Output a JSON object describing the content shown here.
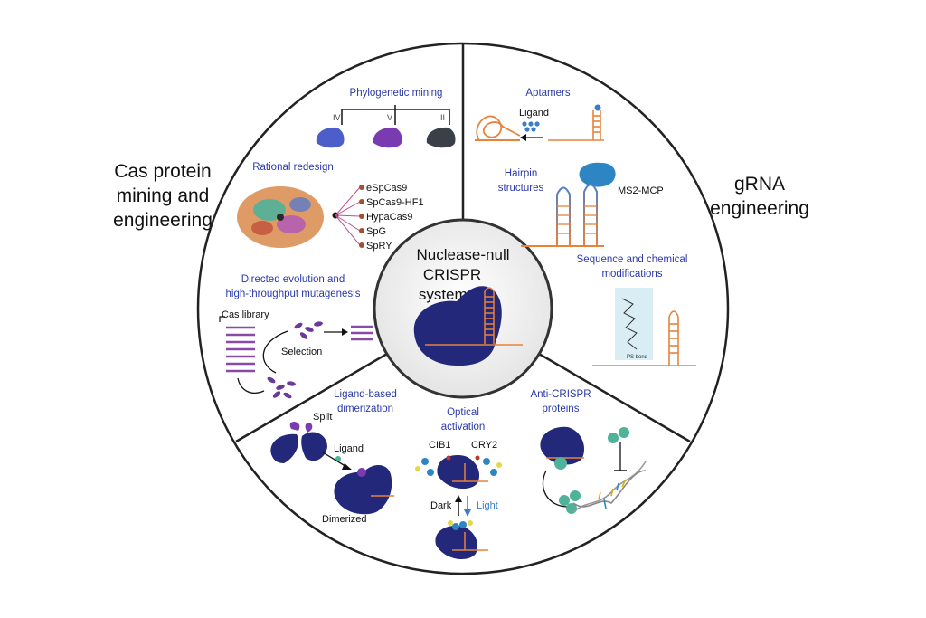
{
  "side_labels": {
    "left": [
      "Cas protein",
      "mining and",
      "engineering"
    ],
    "right": [
      "gRNA",
      "engineering"
    ]
  },
  "center": {
    "lines": [
      "Nuclease-null",
      "CRISPR",
      "systems"
    ]
  },
  "cas_protein": {
    "phylogenetic": {
      "title": "Phylogenetic mining",
      "clades": [
        "IV",
        "V",
        "II"
      ]
    },
    "rational": {
      "title": "Rational redesign",
      "variants": [
        "eSpCas9",
        "SpCas9-HF1",
        "HypaCas9",
        "SpG",
        "SpRY"
      ]
    },
    "directed": {
      "title_lines": [
        "Directed evolution and",
        "high-throughput mutagenesis"
      ],
      "library_label": "Cas library",
      "selection_label": "Selection"
    }
  },
  "grna": {
    "aptamers": {
      "title": "Aptamers",
      "ligand": "Ligand"
    },
    "hairpin": {
      "title_lines": [
        "Hairpin",
        "structures"
      ],
      "mcp_label": "MS2-MCP"
    },
    "modifications": {
      "title_lines": [
        "Sequence and chemical",
        "modifications"
      ],
      "bond_label": "PS bond"
    }
  },
  "bottom": {
    "ligand_dimerization": {
      "title_lines": [
        "Ligand-based",
        "dimerization"
      ],
      "split": "Split",
      "ligand": "Ligand",
      "dimerized": "Dimerized"
    },
    "optical": {
      "title_lines": [
        "Optical",
        "activation"
      ],
      "cib1": "CIB1",
      "cry2": "CRY2",
      "dark": "Dark",
      "light": "Light"
    },
    "anti_crispr": {
      "title_lines": [
        "Anti-CRISPR",
        "proteins"
      ]
    }
  },
  "colors": {
    "protein": "#23287a",
    "title_text": "#2b3aa8",
    "rna": "#e8833a",
    "purple": "#8a4aa8",
    "teal": "#4fb39a",
    "light_blue": "#3a7dc9"
  }
}
